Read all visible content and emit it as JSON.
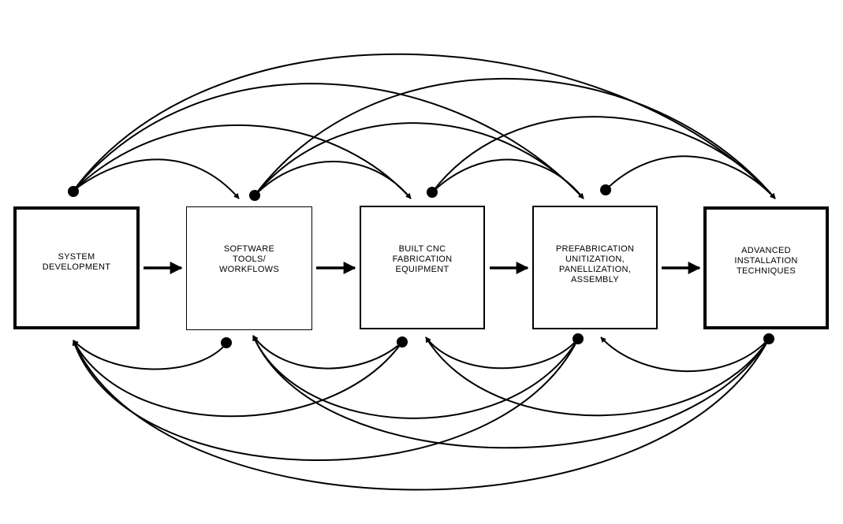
{
  "stages": [
    {
      "id": "system-development",
      "label": "SYSTEM\nDEVELOPMENT"
    },
    {
      "id": "software-tools",
      "label": "SOFTWARE\nTOOLS/\nWORKFLOWS"
    },
    {
      "id": "cnc-equipment",
      "label": "BUILT CNC\nFABRICATION\nEQUIPMENT"
    },
    {
      "id": "prefabrication",
      "label": "PREFABRICATION\nUNITIZATION,\nPANELLIZATION,\nASSEMBLY"
    },
    {
      "id": "installation",
      "label": "ADVANCED\nINSTALLATION\nTECHNIQUES"
    }
  ],
  "colors": {
    "line": "#000000",
    "background": "#ffffff"
  }
}
